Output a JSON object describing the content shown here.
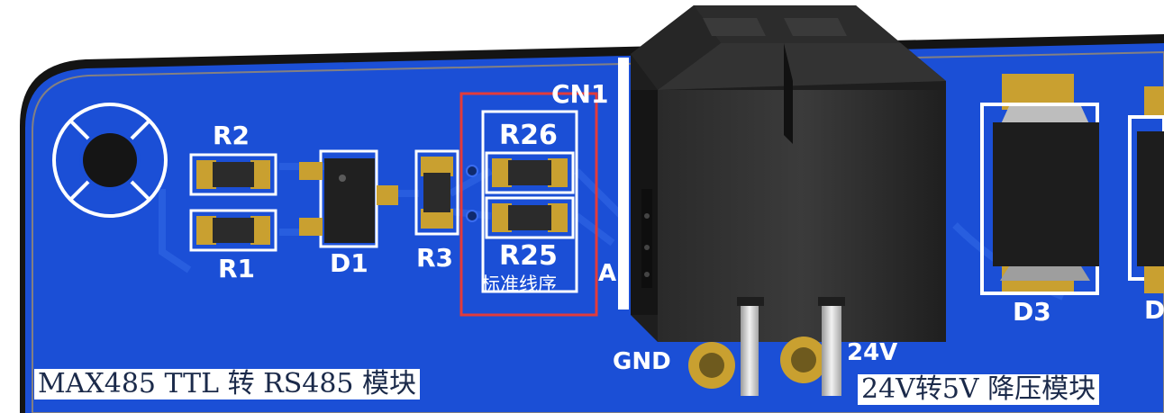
{
  "board": {
    "colors": {
      "pcb": "#1b4fd6",
      "pcb_edge": "#1a1a1a",
      "board_margin": "#c9a24a",
      "pad_gold": "#c9a030",
      "highlight_box": "#e23b3b",
      "silkscreen": "#ffffff"
    }
  },
  "components": {
    "r2": "R2",
    "r1": "R1",
    "d1": "D1",
    "r3": "R3",
    "r26": "R26",
    "r25": "R25",
    "cn1": "CN1",
    "d3": "D3",
    "d_partial": "D",
    "a_partial": "A"
  },
  "pins": {
    "gnd": "GND",
    "v24": "24V"
  },
  "highlight": {
    "label": "标准线序"
  },
  "captions": {
    "left": "MAX485 TTL 转 RS485 模块",
    "right": "24V转5V 降压模块"
  }
}
